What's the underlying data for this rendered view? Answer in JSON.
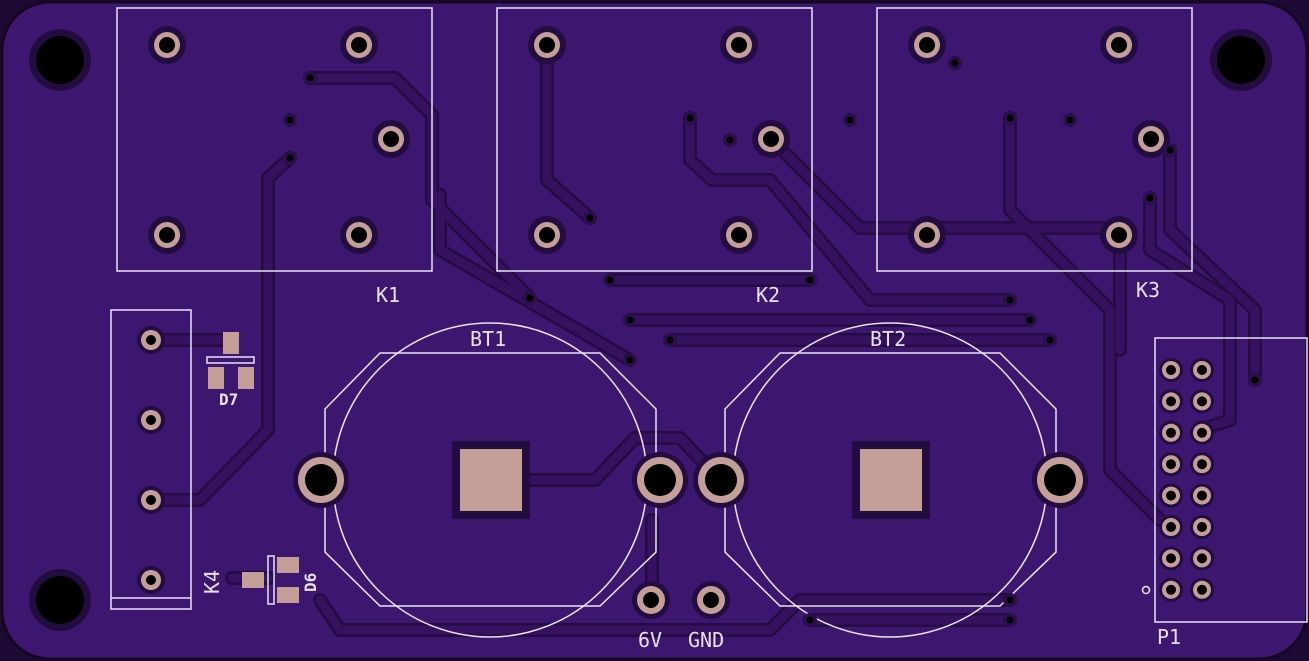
{
  "board": {
    "colors": {
      "background": "#1c0a33",
      "board": "#3d1670",
      "trace": "#36115f",
      "silkscreen": "#e9e4ef",
      "pad": "#c39f97",
      "hole": "#000000"
    }
  },
  "labels": {
    "k1": "K1",
    "k2": "K2",
    "k3": "K3",
    "k4": "K4",
    "bt1": "BT1",
    "bt2": "BT2",
    "d6": "D6",
    "d7": "D7",
    "p1": "P1",
    "six_v": "6V",
    "gnd": "GND"
  }
}
